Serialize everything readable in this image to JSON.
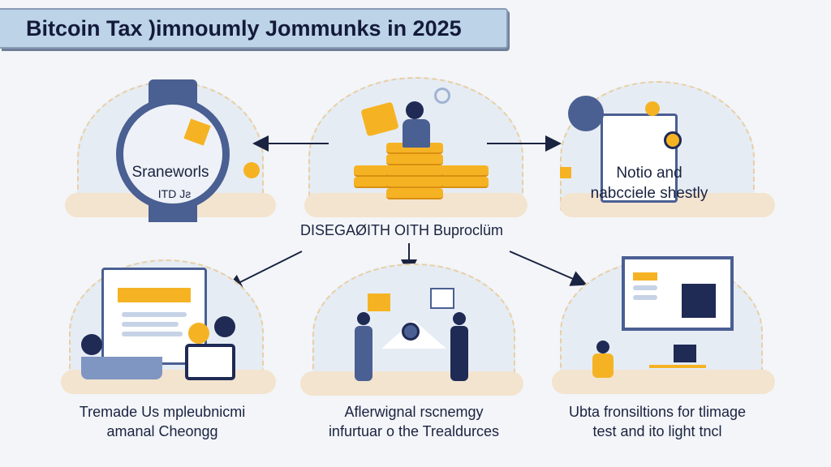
{
  "title": "Bitcoin Tax )imnoumly Jommunks in 2025",
  "center_label": "DISEGAØITH OITH Buproclüm",
  "panels": [
    {
      "label": "Sraneworls",
      "sublabel": "ITD       Jƨ"
    },
    {
      "label": ""
    },
    {
      "label_line1": "Notio and",
      "label_line2": "nabcciele shestly"
    }
  ],
  "bottom_captions": [
    {
      "line1": "Tremade Us mpleubnicmi",
      "line2": "amanal Cheongg"
    },
    {
      "line1": "Aflerwignal rscnemgy",
      "line2": "infurtuar o the Trealdurces"
    },
    {
      "line1": "Ubta fronsiltions for tlimage",
      "line2": "test and ito light tncl"
    }
  ],
  "colors": {
    "accent": "#f5b324",
    "navy": "#1f2a55",
    "blue": "#4a5f92",
    "bg": "#f3f5f8"
  }
}
